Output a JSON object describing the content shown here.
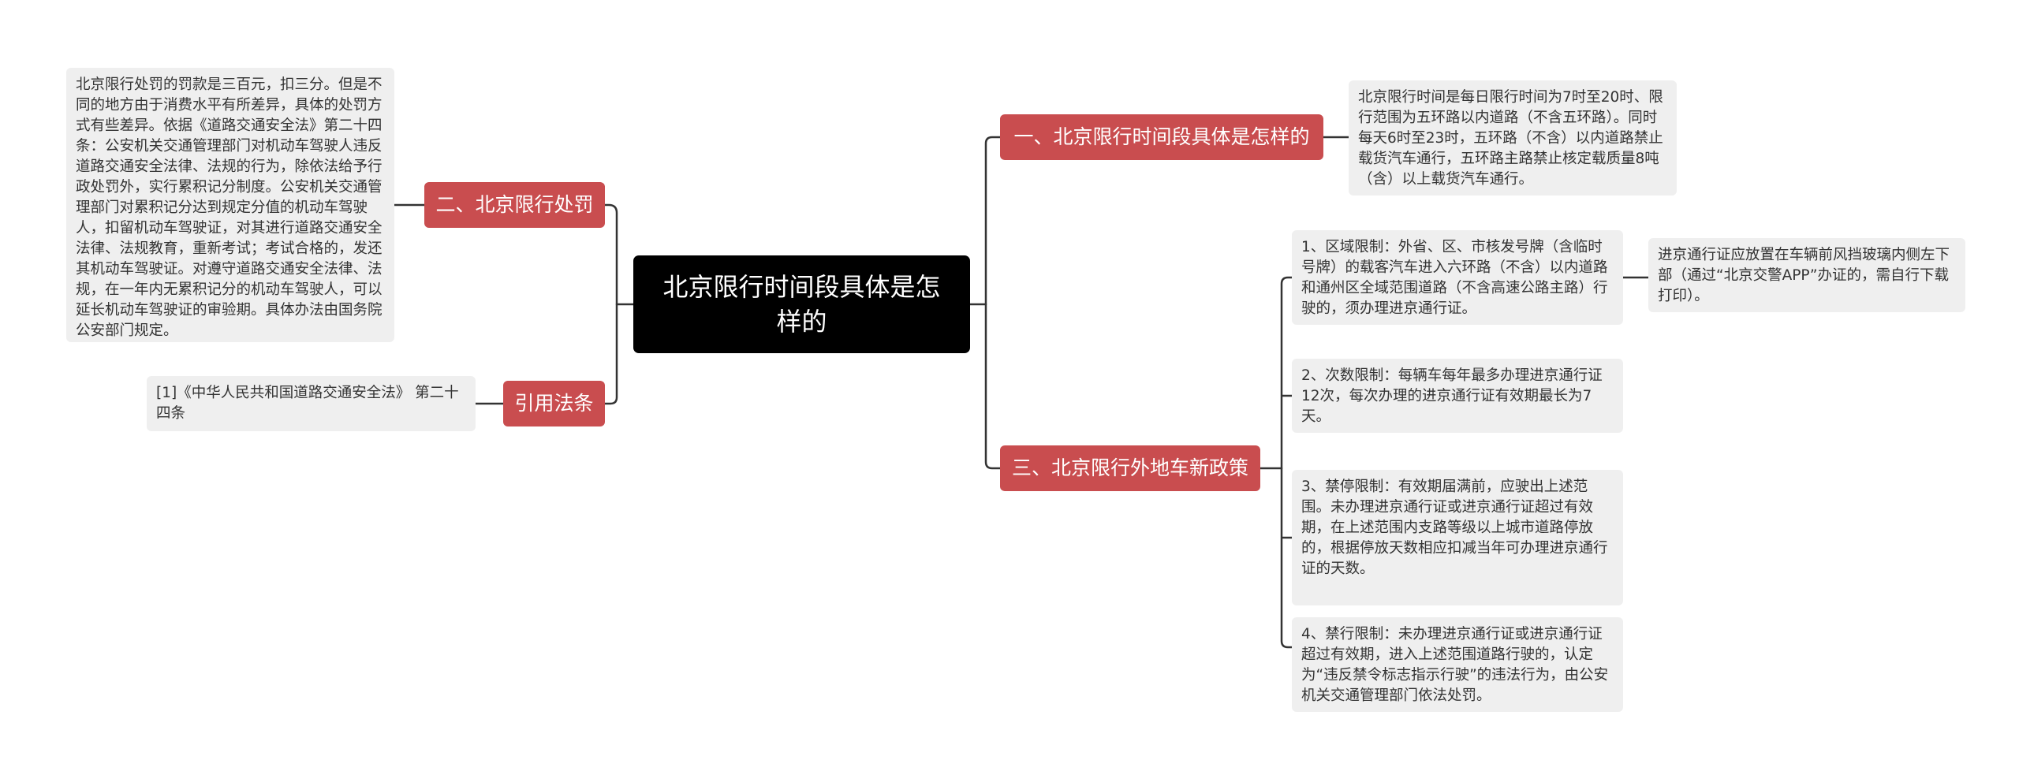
{
  "root": {
    "title": "北京限行时间段具体是怎样的"
  },
  "right_branches": [
    {
      "label": "一、北京限行时间段具体是怎样的",
      "children": [
        {
          "text": "北京限行时间是每日限行时间为7时至20时、限行范围为五环路以内道路（不含五环路）。同时每天6时至23时，五环路（不含）以内道路禁止载货汽车通行，五环路主路禁止核定载质量8吨（含）以上载货汽车通行。"
        }
      ]
    },
    {
      "label": "三、北京限行外地车新政策",
      "children": [
        {
          "text": "1、区域限制：外省、区、市核发号牌（含临时号牌）的载客汽车进入六环路（不含）以内道路和通州区全域范围道路（不含高速公路主路）行驶的，须办理进京通行证。",
          "child": {
            "text": "进京通行证应放置在车辆前风挡玻璃内侧左下部（通过“北京交警APP”办证的，需自行下载打印）。"
          }
        },
        {
          "text": "2、次数限制：每辆车每年最多办理进京通行证12次，每次办理的进京通行证有效期最长为7天。"
        },
        {
          "text": "3、禁停限制：有效期届满前，应驶出上述范围。未办理进京通行证或进京通行证超过有效期，在上述范围内支路等级以上城市道路停放的，根据停放天数相应扣减当年可办理进京通行证的天数。"
        },
        {
          "text": "4、禁行限制：未办理进京通行证或进京通行证超过有效期，进入上述范围道路行驶的，认定为“违反禁令标志指示行驶”的违法行为，由公安机关交通管理部门依法处罚。"
        }
      ]
    }
  ],
  "left_branches": [
    {
      "label": "二、北京限行处罚",
      "children": [
        {
          "text": "北京限行处罚的罚款是三百元，扣三分。但是不同的地方由于消费水平有所差异，具体的处罚方式有些差异。依据《道路交通安全法》第二十四条：公安机关交通管理部门对机动车驾驶人违反道路交通安全法律、法规的行为，除依法给予行政处罚外，实行累积记分制度。公安机关交通管理部门对累积记分达到规定分值的机动车驾驶人，扣留机动车驾驶证，对其进行道路交通安全法律、法规教育，重新考试；考试合格的，发还其机动车驾驶证。对遵守道路交通安全法律、法规，在一年内无累积记分的机动车驾驶人，可以延长机动车驾驶证的审验期。具体办法由国务院公安部门规定。"
        }
      ]
    },
    {
      "label": "引用法条",
      "children": [
        {
          "text": "[1]《中华人民共和国道路交通安全法》 第二十四条"
        }
      ]
    }
  ],
  "colors": {
    "root_bg": "#000000",
    "branch_bg": "#c94d4f",
    "leaf_bg": "#efefef",
    "connector": "#333333"
  }
}
